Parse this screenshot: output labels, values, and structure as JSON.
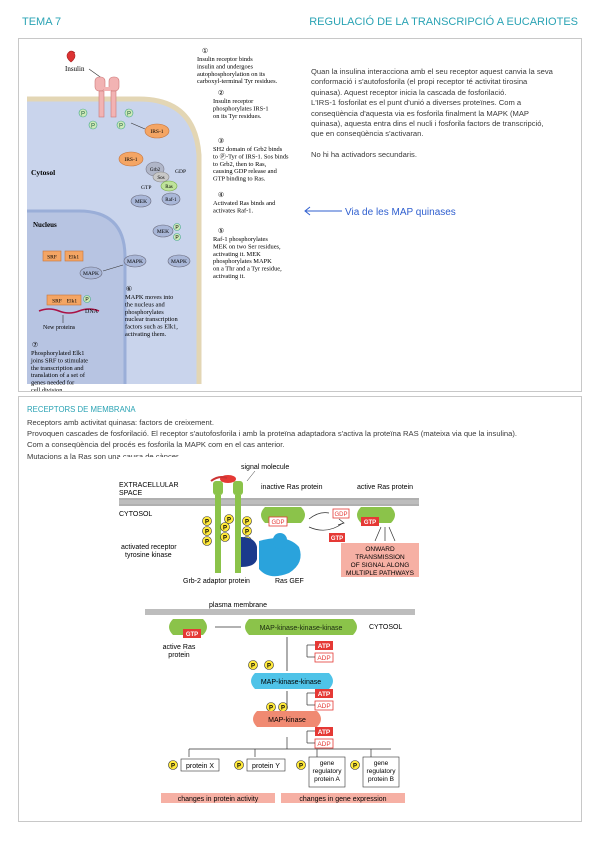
{
  "header": {
    "left": "TEMA 7",
    "right": "REGULACIÓ DE LA TRANSCRIPCIÓ A EUCARIOTES"
  },
  "figure1": {
    "labels": {
      "insulin": "Insulin",
      "cytosol": "Cytosol",
      "nucleus": "Nucleus",
      "irs1_a": "IRS-1",
      "irs1_b": "IRS-1",
      "grb2": "Grb2",
      "sos": "Sos",
      "gdp": "GDP",
      "gtp": "GTP",
      "ras": "Ras",
      "raf1": "Raf-1",
      "mek_a": "MEK",
      "mek_b": "MEK",
      "mapk_a": "MAPK",
      "mapk_b": "MAPK",
      "mapk_c": "MAPK",
      "srf_a": "SRF",
      "elk1_a": "Elk1",
      "srf_b": "SRF",
      "elk1_b": "Elk1",
      "dna": "DNA",
      "new_proteins": "New proteins",
      "p": "P"
    },
    "steps": [
      {
        "num": "①",
        "lines": [
          "Insulin receptor binds",
          "insulin and undergoes",
          "autophosphorylation on its",
          "carboxyl-terminal Tyr residues."
        ]
      },
      {
        "num": "②",
        "lines": [
          "Insulin receptor",
          "phosphorylates IRS-1",
          "on its Tyr residues."
        ]
      },
      {
        "num": "③",
        "lines": [
          "SH2 domain of Grb2 binds",
          "to Ⓟ-Tyr of IRS-1. Sos binds",
          "to Grb2, then to Ras,",
          "causing GDP release and",
          "GTP binding to Ras."
        ]
      },
      {
        "num": "④",
        "lines": [
          "Activated Ras binds and",
          "activates Raf-1."
        ]
      },
      {
        "num": "⑤",
        "lines": [
          "Raf-1 phosphorylates",
          "MEK on two Ser residues,",
          "activating it. MEK",
          "phosphorylates MAPK",
          "on a Thr and a Tyr residue,",
          "activating it."
        ]
      },
      {
        "num": "⑥",
        "lines": [
          "MAPK moves into",
          "the nucleus and",
          "phosphorylates",
          "nuclear transcription",
          "factors such as Elk1,",
          "activating them."
        ]
      },
      {
        "num": "⑦",
        "lines": [
          "Phosphorylated Elk1",
          "joins SRF to stimulate",
          "the transcription and",
          "translation of a set of",
          "genes needed for",
          "cell division."
        ]
      }
    ]
  },
  "paragraph1": {
    "l1": "Quan la insulina interacciona amb el seu receptor aquest canvia la seva",
    "l2": "conformació i s'autofosforila (el propi receptor té activitat tirosina",
    "l3": "quinasa). Aquest receptor inicia la cascada de fosforilació.",
    "l4": "L'IRS-1 fosforilat es el punt d'unió a diverses proteïnes. Com a",
    "l5": "conseqüència d'aquesta via es fosforila finalment la MAPK (MAP",
    "l6": "quinasa), aquesta entra dins el nucli i fosforila factors de transcripció,",
    "l7": "que en conseqüència s'activaran.",
    "l8": "No hi ha activadors secundaris."
  },
  "annotation": {
    "label": "Via de les MAP quinases"
  },
  "section2": {
    "title": "RECEPTORS DE MEMBRANA",
    "lines": [
      "Receptors amb activitat quinasa: factors de creixement.",
      "Provoquen cascades de fosforilació. El receptor s'autofosforila i amb la proteïna adaptadora s'activa la proteïna RAS (mateixa via que la insulina).",
      "Com a conseqüència del procés es fosforila la MAPK com en el cas anterior.",
      "Mutacions a la Ras son una causa de càncer."
    ]
  },
  "figure2": {
    "signal_molecule": "signal molecule",
    "extracellular": "EXTRACELLULAR",
    "space": "SPACE",
    "cytosol": "CYTOSOL",
    "inactive_ras": "inactive Ras protein",
    "active_ras": "active Ras protein",
    "gdp_a": "GDP",
    "gdp_b": "GDP",
    "gtp_a": "GTP",
    "gtp_b": "GTP",
    "p": "P",
    "receptor_l1": "activated receptor",
    "receptor_l2": "tyrosine kinase",
    "grb2": "Grb-2 adaptor protein",
    "ras_gef": "Ras GEF",
    "onward_l1": "ONWARD",
    "onward_l2": "TRANSMISSION",
    "onward_l3": "OF SIGNAL ALONG",
    "onward_l4": "MULTIPLE PATHWAYS"
  },
  "figure3": {
    "plasma_membrane": "plasma membrane",
    "cytosol": "CYTOSOL",
    "gtp": "GTP",
    "active_ras_l1": "active Ras",
    "active_ras_l2": "protein",
    "mkkk": "MAP-kinase-kinase-kinase",
    "mkk": "MAP-kinase-kinase",
    "mk": "MAP-kinase",
    "atp": "ATP",
    "adp": "ADP",
    "p": "P",
    "protein_x": "protein X",
    "protein_y": "protein Y",
    "gene_l1": "gene",
    "gene_l2": "regulatory",
    "gene_a": "protein A",
    "gene_b": "protein B",
    "changes_activity": "changes in protein activity",
    "changes_expression": "changes in gene expression"
  },
  "colors": {
    "accent": "#2aa3b4",
    "link": "#2f5fcf",
    "ras_green": "#8bc34a",
    "kinase_blue": "#4fc3e8",
    "kinase_salmon": "#f08a72",
    "atp_red": "#e53935",
    "phospho_yellow": "#ffe93b"
  }
}
